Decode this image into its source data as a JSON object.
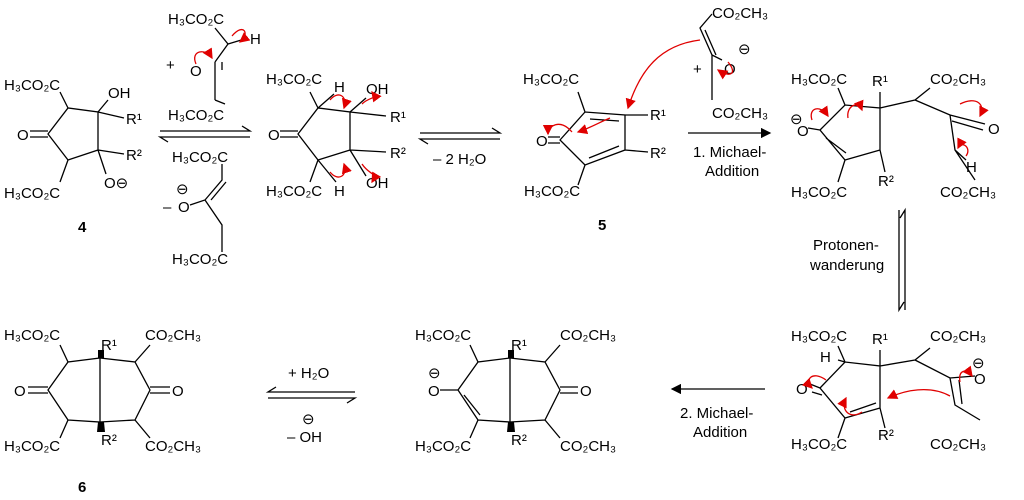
{
  "colors": {
    "bonds": "#000000",
    "electron_arrows": "#e00000"
  },
  "mol4": {
    "ester_top": "H₃CO₂C",
    "oh": "OH",
    "r1": "R¹",
    "oxo": "O",
    "r2": "R²",
    "oxide": "O⊖",
    "ester_bottom": "H₃CO₂C",
    "number": "4"
  },
  "reagent_top": {
    "ester_top": "H₃CO₂C",
    "h": "H",
    "plus": "+",
    "oxo": "O",
    "ester_bottom": "H₃CO₂C"
  },
  "reagent_bottom": {
    "ester_top": "H₃CO₂C",
    "charge": "⊖",
    "minus": "–",
    "oxide": "O",
    "ester_bottom": "H₃CO₂C"
  },
  "mol_diol": {
    "ester_top": "H₃CO₂C",
    "h_top": "H",
    "oh_top": "OH",
    "r1": "R¹",
    "oxo": "O",
    "r2": "R²",
    "ester_bottom": "H₃CO₂C",
    "h_bottom": "H",
    "oh_bottom": "OH"
  },
  "step_dehydration": {
    "label": "– 2 H₂O"
  },
  "mol5": {
    "ester_top": "H₃CO₂C",
    "r1": "R¹",
    "oxo": "O",
    "r2": "R²",
    "ester_bottom": "H₃CO₂C",
    "number": "5"
  },
  "reagent_enolate": {
    "ester_top": "CO₂CH₃",
    "plus": "+",
    "oxide": "O",
    "charge": "⊖",
    "ester_bottom": "CO₂CH₃"
  },
  "step_michael1": {
    "line1": "1. Michael-",
    "line2": "Addition"
  },
  "mol_adduct": {
    "ester_left_top": "H₃CO₂C",
    "r1": "R¹",
    "ester_right_top": "CO₂CH₃",
    "charge": "⊖",
    "oxide": "O",
    "oxo": "O",
    "h": "H",
    "r2": "R²",
    "ester_left_bottom": "H₃CO₂C",
    "ester_right_bottom": "CO₂CH₃"
  },
  "step_proton": {
    "line1": "Protonen-",
    "line2": "wanderung"
  },
  "mol_enolate2": {
    "ester_left_top": "H₃CO₂C",
    "r1": "R¹",
    "ester_right_top": "CO₂CH₃",
    "h": "H",
    "oxo": "O",
    "charge": "⊖",
    "oxide": "O",
    "r2": "R²",
    "ester_left_bottom": "H₃CO₂C",
    "ester_right_bottom": "CO₂CH₃"
  },
  "step_michael2": {
    "line1": "2. Michael-",
    "line2": "Addition"
  },
  "mol_bicyclic_enolate": {
    "ester_left_top": "H₃CO₂C",
    "r1": "R¹",
    "ester_right_top": "CO₂CH₃",
    "charge": "⊖",
    "oxide": "O",
    "oxo": "O",
    "r2": "R²",
    "ester_left_bottom": "H₃CO₂C",
    "ester_right_bottom": "CO₂CH₃"
  },
  "step_hydrolysis": {
    "plus_water": "+ H₂O",
    "charge": "⊖",
    "minus_oh": "– OH"
  },
  "mol6": {
    "ester_left_top": "H₃CO₂C",
    "r1": "R¹",
    "ester_right_top": "CO₂CH₃",
    "oxo_left": "O",
    "oxo_right": "O",
    "r2": "R²",
    "ester_left_bottom": "H₃CO₂C",
    "ester_right_bottom": "CO₂CH₃",
    "number": "6"
  }
}
